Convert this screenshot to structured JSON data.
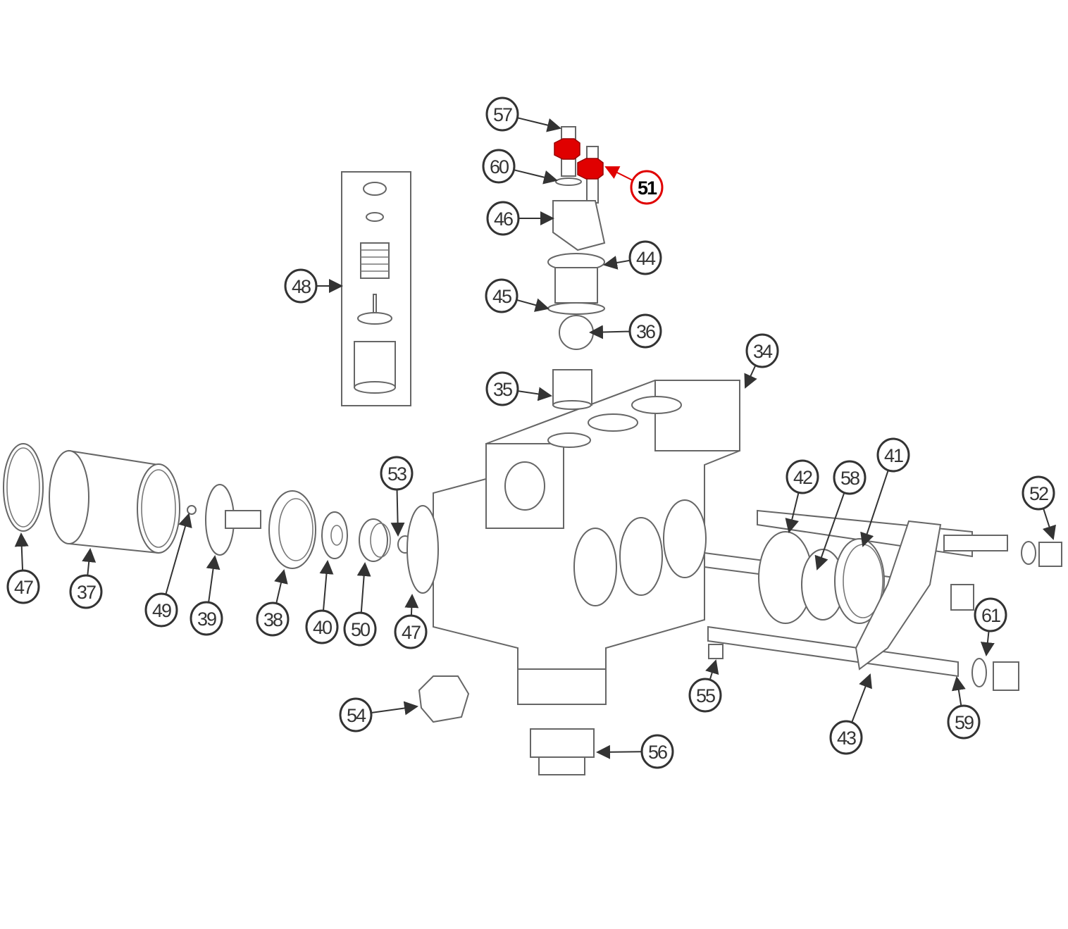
{
  "diagram": {
    "type": "exploded parts diagram",
    "highlight_color": "#e00000",
    "callout_color": "#333333",
    "highlighted_part": "51",
    "callouts": [
      "57",
      "60",
      "46",
      "44",
      "45",
      "36",
      "34",
      "35",
      "48",
      "51",
      "53",
      "42",
      "58",
      "41",
      "52",
      "47",
      "37",
      "49",
      "39",
      "38",
      "40",
      "50",
      "47",
      "61",
      "55",
      "59",
      "43",
      "54",
      "56"
    ]
  }
}
